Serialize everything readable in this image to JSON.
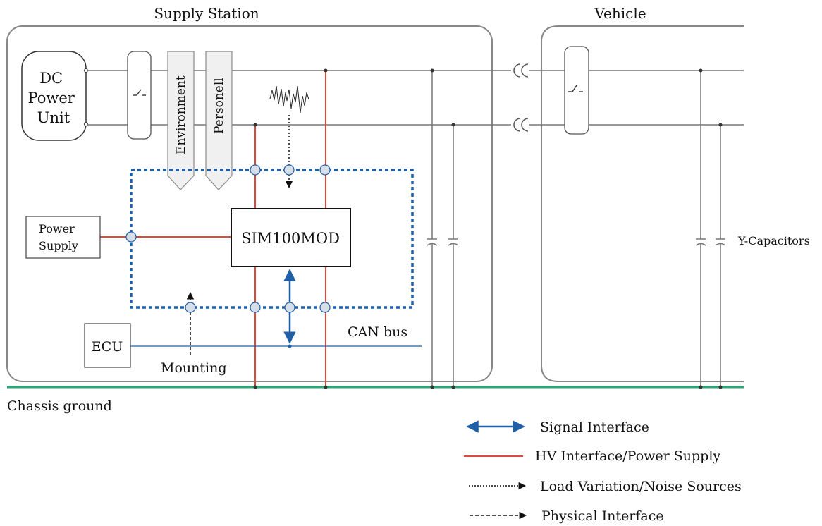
{
  "regions": {
    "supply_station": "Supply Station",
    "vehicle": "Vehicle"
  },
  "components": {
    "dc_unit": [
      "DC",
      "Power",
      "Unit"
    ],
    "module": "SIM100MOD",
    "power_supply": [
      "Power",
      "Supply"
    ],
    "ecu": "ECU",
    "environment": "Environment",
    "personell": "Personell"
  },
  "labels": {
    "can_bus": "CAN bus",
    "mounting": "Mounting",
    "y_capacitors": "Y-Capacitors",
    "chassis_ground": "Chassis ground"
  },
  "legend": {
    "signal": "Signal Interface",
    "hv": "HV Interface/Power Supply",
    "noise": "Load Variation/Noise Sources",
    "physical": "Physical Interface"
  },
  "colors": {
    "hv_line": "#e0483c",
    "signal": "#1f5fa8",
    "boundary": "#1f5fa8",
    "ground": "#2aa876",
    "frame": "#888888",
    "wire": "#777777",
    "node_fill": "#d6dee8"
  }
}
